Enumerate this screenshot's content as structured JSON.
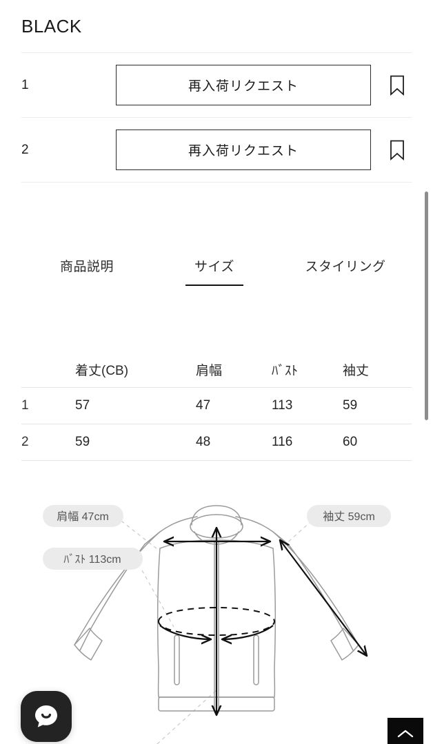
{
  "color": {
    "title": "BLACK"
  },
  "variants": [
    {
      "number": "1",
      "button_label": "再入荷リクエスト",
      "bookmark": "bookmark-icon"
    },
    {
      "number": "2",
      "button_label": "再入荷リクエスト",
      "bookmark": "bookmark-icon"
    }
  ],
  "tabs": [
    {
      "label": "商品説明",
      "active": false
    },
    {
      "label": "サイズ",
      "active": true
    },
    {
      "label": "スタイリング",
      "active": false
    }
  ],
  "size_table": {
    "headers": [
      "",
      "着丈(CB)",
      "肩幅",
      "ﾊﾞｽﾄ",
      "袖丈"
    ],
    "rows": [
      {
        "size": "1",
        "length_cb": "57",
        "shoulder": "47",
        "bust": "113",
        "sleeve": "59"
      },
      {
        "size": "2",
        "length_cb": "59",
        "shoulder": "48",
        "bust": "116",
        "sleeve": "60"
      }
    ]
  },
  "diagram": {
    "labels": {
      "shoulder": "肩幅  47cm",
      "bust": "ﾊﾞｽﾄ  113cm",
      "sleeve": "袖丈  59cm"
    },
    "pill_background": "#ebebeb",
    "pill_text_color": "#555555",
    "garment_outline_color": "#9a9a9a",
    "measure_arrow_color": "#111111",
    "leader_line_color": "#c9c9c9"
  },
  "floating": {
    "chat_button": "chat-bubble-icon",
    "scroll_top_button": "chevron-up-icon"
  },
  "colors": {
    "page_background": "#ffffff",
    "text_primary": "#1a1a1a",
    "divider": "#ececec",
    "button_border": "#2a2a2a",
    "scrollbar_thumb": "#8d8d8d",
    "chat_button_bg": "#232323",
    "scroll_top_bg": "#0a0a0a"
  }
}
